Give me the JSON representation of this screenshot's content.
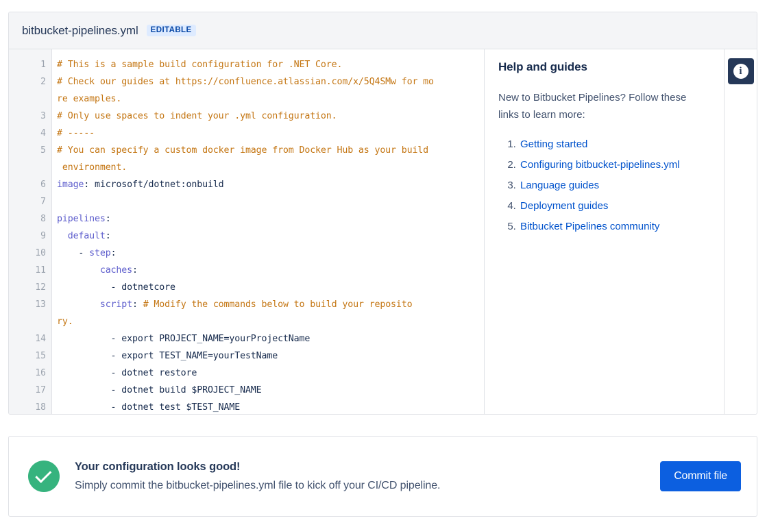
{
  "editor": {
    "file_title": "bitbucket-pipelines.yml",
    "badge": "EDITABLE",
    "info_icon": "info-icon",
    "lines": [
      {
        "num": "1",
        "segments": [
          {
            "t": "comment",
            "s": "# This is a sample build configuration for .NET Core."
          }
        ]
      },
      {
        "num": "2",
        "segments": [
          {
            "t": "comment",
            "s": "# Check our guides at https://confluence.atlassian.com/x/5Q4SMw for mo"
          }
        ]
      },
      {
        "num": "",
        "segments": [
          {
            "t": "comment",
            "s": "re examples."
          }
        ]
      },
      {
        "num": "3",
        "segments": [
          {
            "t": "comment",
            "s": "# Only use spaces to indent your .yml configuration."
          }
        ]
      },
      {
        "num": "4",
        "segments": [
          {
            "t": "comment",
            "s": "# -----"
          }
        ]
      },
      {
        "num": "5",
        "segments": [
          {
            "t": "comment",
            "s": "# You can specify a custom docker image from Docker Hub as your build"
          }
        ]
      },
      {
        "num": "",
        "segments": [
          {
            "t": "comment",
            "s": " environment."
          }
        ]
      },
      {
        "num": "6",
        "segments": [
          {
            "t": "key",
            "s": "image"
          },
          {
            "t": "plain",
            "s": ": microsoft/dotnet:onbuild"
          }
        ]
      },
      {
        "num": "7",
        "segments": [
          {
            "t": "plain",
            "s": ""
          }
        ]
      },
      {
        "num": "8",
        "segments": [
          {
            "t": "key",
            "s": "pipelines"
          },
          {
            "t": "plain",
            "s": ":"
          }
        ]
      },
      {
        "num": "9",
        "segments": [
          {
            "t": "plain",
            "s": "  "
          },
          {
            "t": "key",
            "s": "default"
          },
          {
            "t": "plain",
            "s": ":"
          }
        ]
      },
      {
        "num": "10",
        "segments": [
          {
            "t": "plain",
            "s": "    - "
          },
          {
            "t": "key",
            "s": "step"
          },
          {
            "t": "plain",
            "s": ":"
          }
        ]
      },
      {
        "num": "11",
        "segments": [
          {
            "t": "plain",
            "s": "        "
          },
          {
            "t": "key",
            "s": "caches"
          },
          {
            "t": "plain",
            "s": ":"
          }
        ]
      },
      {
        "num": "12",
        "segments": [
          {
            "t": "plain",
            "s": "          - dotnetcore"
          }
        ]
      },
      {
        "num": "13",
        "segments": [
          {
            "t": "plain",
            "s": "        "
          },
          {
            "t": "key",
            "s": "script"
          },
          {
            "t": "plain",
            "s": ": "
          },
          {
            "t": "comment",
            "s": "# Modify the commands below to build your reposito"
          }
        ]
      },
      {
        "num": "",
        "segments": [
          {
            "t": "comment",
            "s": "ry."
          }
        ]
      },
      {
        "num": "14",
        "segments": [
          {
            "t": "plain",
            "s": "          - export PROJECT_NAME=yourProjectName"
          }
        ]
      },
      {
        "num": "15",
        "segments": [
          {
            "t": "plain",
            "s": "          - export TEST_NAME=yourTestName"
          }
        ]
      },
      {
        "num": "16",
        "segments": [
          {
            "t": "plain",
            "s": "          - dotnet restore"
          }
        ]
      },
      {
        "num": "17",
        "segments": [
          {
            "t": "plain",
            "s": "          - dotnet build $PROJECT_NAME"
          }
        ]
      },
      {
        "num": "18",
        "segments": [
          {
            "t": "plain",
            "s": "          - dotnet test $TEST_NAME"
          }
        ]
      }
    ]
  },
  "help": {
    "title": "Help and guides",
    "intro": "New to Bitbucket Pipelines? Follow these links to learn more:",
    "links": [
      "Getting started",
      "Configuring bitbucket-pipelines.yml",
      "Language guides",
      "Deployment guides",
      "Bitbucket Pipelines community"
    ]
  },
  "status": {
    "icon": "check-circle-icon",
    "heading": "Your configuration looks good!",
    "subtext": "Simply commit the bitbucket-pipelines.yml file to kick off your CI/CD pipeline.",
    "commit_label": "Commit file"
  },
  "colors": {
    "accent_blue": "#0052CC",
    "commit_blue": "#0C5FE0",
    "success_green": "#36B37E",
    "comment_orange": "#C47613",
    "yaml_key_purple": "#5C5CCC",
    "badge_bg": "#DEEBFF",
    "info_navy": "#253858",
    "border_gray": "#DFE1E6",
    "header_gray": "#F4F5F7"
  }
}
